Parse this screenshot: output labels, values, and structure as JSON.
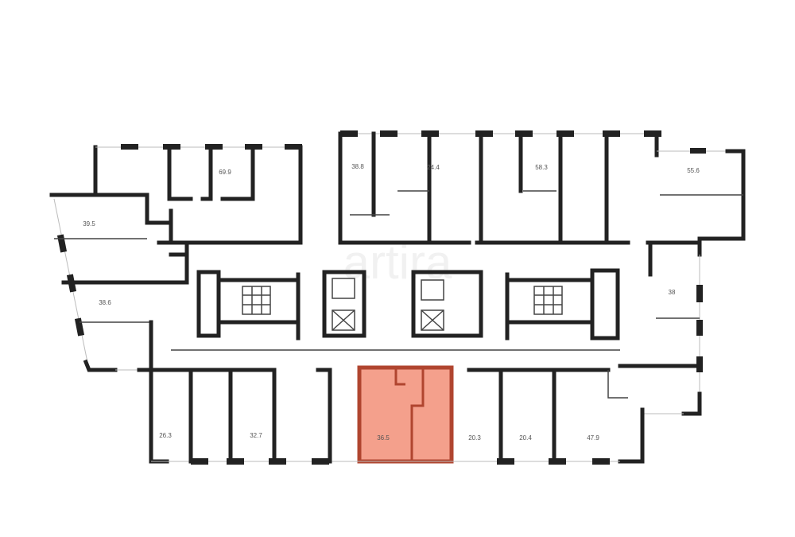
{
  "plan": {
    "watermark": "artira",
    "highlight_color": "#f4a08c",
    "highlight_border": "#b0452f",
    "wall_color": "#222222",
    "selected_unit": "36.5",
    "units": [
      {
        "area": "69.9"
      },
      {
        "area": "38.8"
      },
      {
        "area": "24.4"
      },
      {
        "area": "58.3"
      },
      {
        "area": "55.6"
      },
      {
        "area": "39.5"
      },
      {
        "area": "38.6"
      },
      {
        "area": "38"
      },
      {
        "area": "26.3"
      },
      {
        "area": "32.7"
      },
      {
        "area": "36.5"
      },
      {
        "area": "20.3"
      },
      {
        "area": "20.4"
      },
      {
        "area": "47.9"
      }
    ]
  }
}
